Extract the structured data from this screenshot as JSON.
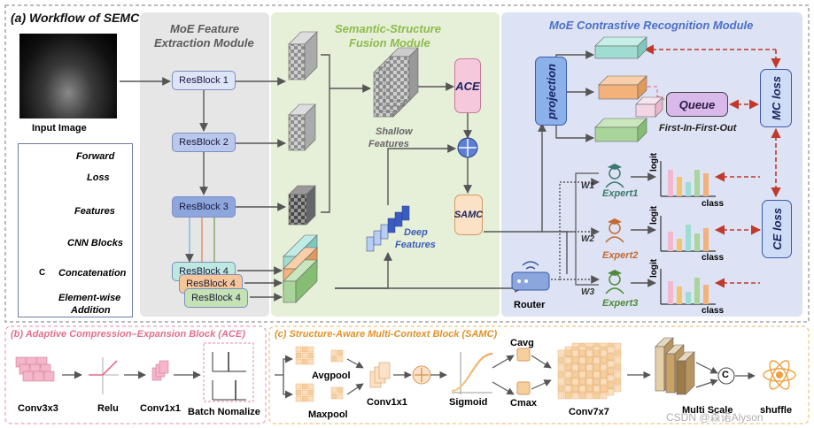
{
  "panel_a": {
    "title": "(a) Workflow of SEMC",
    "input_label": "Input Image",
    "moe_feature_title": [
      "MoE Feature",
      "Extraction Module"
    ],
    "ssf_title": [
      "Semantic-Structure",
      "Fusion Module"
    ],
    "mcr_title": "MoE Contrastive Recognition Module",
    "resblocks": [
      "ResBlock 1",
      "ResBlock 2",
      "ResBlock 3",
      "ResBlock 4",
      "ResBlock 4",
      "ResBlock 4"
    ],
    "shallow_features": [
      "Shallow",
      "Features"
    ],
    "deep_features": [
      "Deep",
      "Features"
    ],
    "ace": "ACE",
    "samc": "SAMC",
    "projection": "projection",
    "queue": "Queue",
    "fifo": "First-In-First-Out",
    "mc_loss": "MC loss",
    "ce_loss": "CE loss",
    "router": "Router",
    "experts": [
      "Expert1",
      "Expert2",
      "Expert3"
    ],
    "weights": [
      "W1",
      "W2",
      "W3"
    ],
    "logit": "logit",
    "class": "class"
  },
  "legend": {
    "items": [
      "Forward",
      "Loss",
      "Features",
      "CNN Blocks",
      "Concatenation",
      "Element-wise",
      "Addition"
    ],
    "concat_symbol": "C"
  },
  "panel_b": {
    "title": "(b) Adaptive Compression–Expansion Block (ACE)",
    "labels": [
      "Conv3x3",
      "Relu",
      "Conv1x1",
      "Batch Nomalize"
    ]
  },
  "panel_c": {
    "title": "(c) Structure-Aware Multi-Context Block (SAMC)",
    "labels": [
      "Avgpool",
      "Maxpool",
      "Conv1x1",
      "Sigmoid",
      "Cavg",
      "Cmax",
      "Conv7x7",
      "Multi Scale",
      "shuffle"
    ],
    "concat_symbol": "C"
  },
  "watermark": "CSDN @森诺Alyson",
  "colors": {
    "forward": "#555555",
    "loss": "#c0392b",
    "panel_moe": "#e8e8e8",
    "panel_ssf": "#e8f0dc",
    "panel_mcr": "#dfe4f4",
    "title_ssf": "#8dba4a",
    "title_mcr": "#4a6fc9",
    "resblock": "#cdd8f0",
    "ace": "#f6c8dc",
    "samc": "#fbe1c6",
    "teal": "#9fdcd2",
    "orange": "#f2b27a",
    "green": "#a9d59a",
    "pink": "#f3b7cf",
    "mc_box": "#cfdcf6",
    "queue": "#d9b8ea"
  }
}
